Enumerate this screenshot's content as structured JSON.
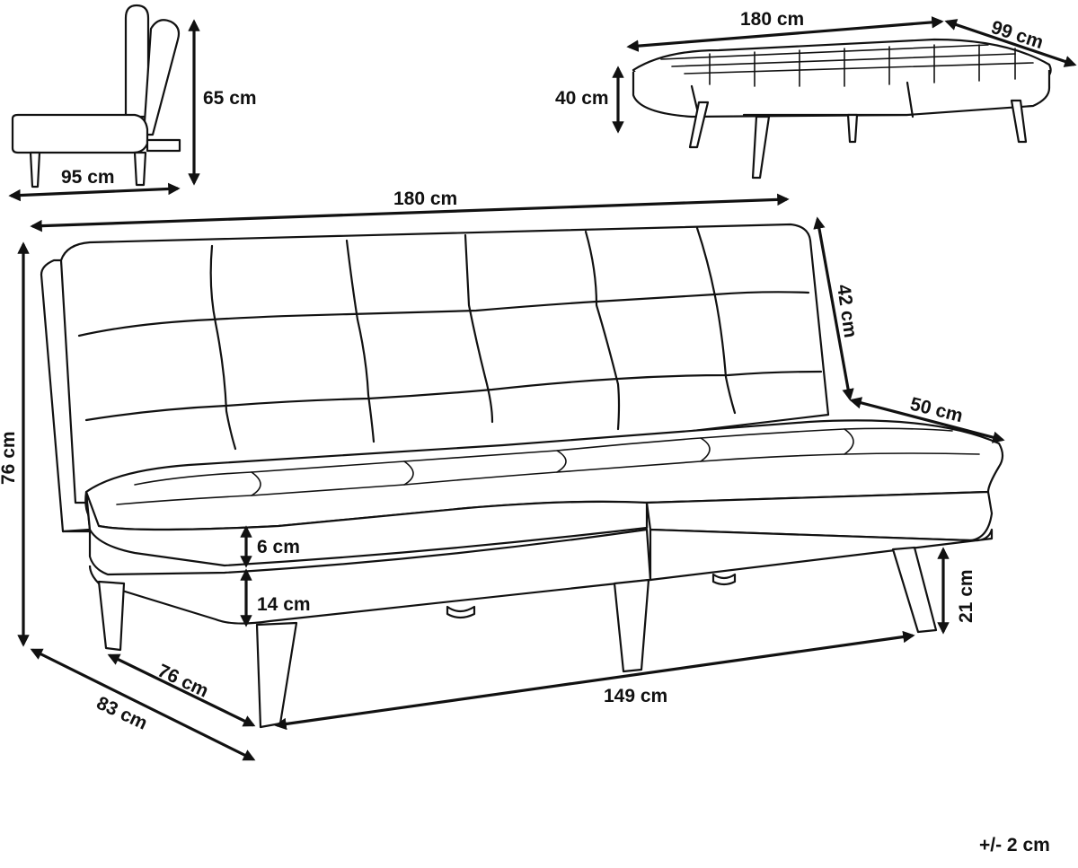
{
  "views": {
    "side": {
      "height_label": "65 cm",
      "depth_label": "95 cm"
    },
    "bed": {
      "width_label": "180 cm",
      "depth_label": "99 cm",
      "height_label": "40 cm"
    },
    "sofa": {
      "width_label": "180 cm",
      "back_height_label": "42 cm",
      "seat_depth_label": "50 cm",
      "total_height_label": "76 cm",
      "cushion_label": "6 cm",
      "base_label": "14 cm",
      "leg_label": "21 cm",
      "inner_depth_label": "76 cm",
      "outer_depth_label": "83 cm",
      "leg_span_label": "149 cm"
    }
  },
  "tolerance_label": "+/- 2 cm"
}
